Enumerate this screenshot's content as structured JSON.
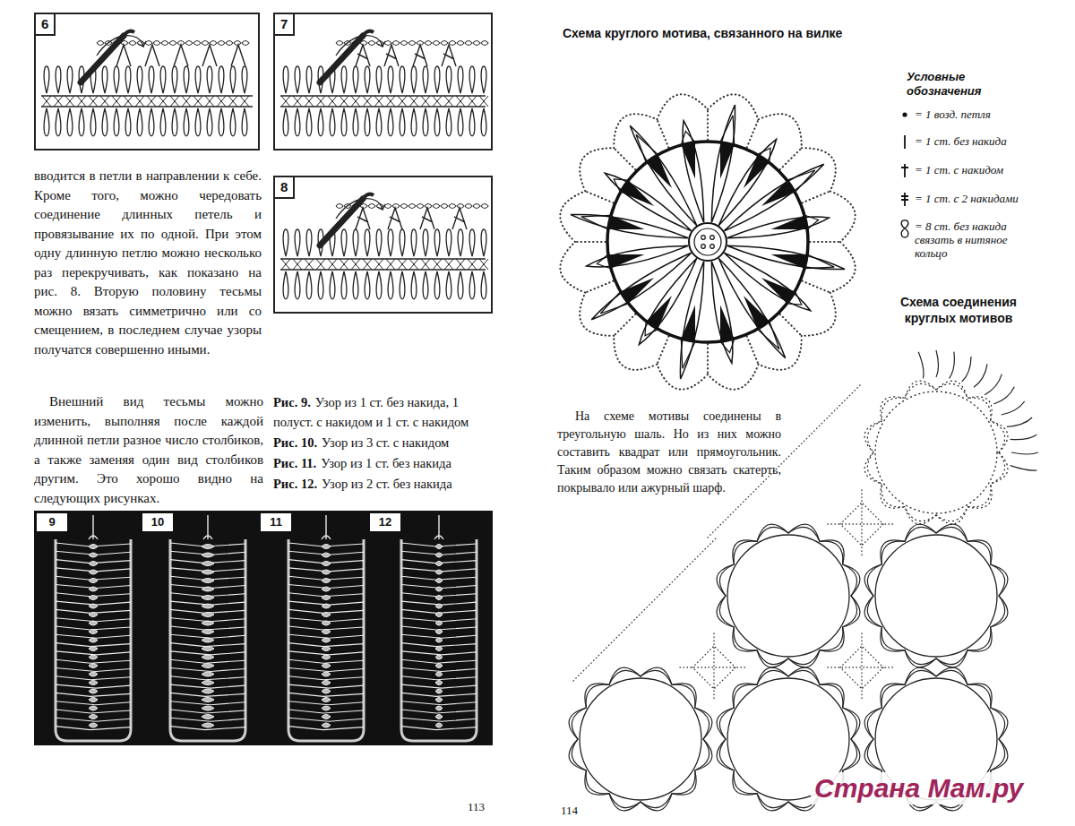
{
  "diagram": {
    "nodes": [
      {
        "text": [
          "6"
        ]
      },
      {
        "text": [
          "7"
        ]
      },
      {
        "text": [
          "8"
        ]
      },
      {
        "text": [
          "9"
        ]
      },
      {
        "text": [
          "10"
        ]
      },
      {
        "text": [
          "11"
        ]
      },
      {
        "text": [
          "12"
        ]
      }
    ],
    "labels": [
      "вводится в петли в направлении к себе. Кроме того, можно чередовать соединение длинных петель и провязывание их по одной. При этом одну длинную петлю можно несколько раз перекручивать, как показано на рис. 8. Вторую половину тесьмы можно вязать симметрично или со смещением, в последнем случае узоры получатся совершенно иными.",
      "Внешний вид тесьмы можно изменить, выполняя после каждой длинной петли разное число столбиков, а также заменяя один вид столбиков другим. Это хорошо видно на следующих рисунках.",
      "Рис. 9.",
      "Узор из 1 ст. без накида, 1 полуст. с накидом и 1 ст. с накидом",
      "Рис. 10.",
      "Узор из 3 ст. с накидом",
      "Рис. 11.",
      "Узор из 1 ст. без накида",
      "Рис. 12.",
      "Узор из 2 ст. без накида",
      "113",
      "Схема круглого мотива, связанного на вилке",
      "Условные обозначения",
      "Схема соединения круглых мотивов",
      "На схеме мотивы соединены в треугольную шаль. Но из них можно составить квадрат или прямоугольник. Таким образом можно связать скатерть, покрывало или ажурный шарф.",
      "114",
      "Страна Мам.ру"
    ],
    "legend": [
      {
        "text": "= 1 возд. петля"
      },
      {
        "text": "= 1 ст. без накида"
      },
      {
        "text": "= 1 ст. с накидом"
      },
      {
        "text": "= 1 ст. с 2 накидами"
      },
      {
        "text": "= 8 ст. без накида связать в нитяное кольцо"
      }
    ]
  }
}
